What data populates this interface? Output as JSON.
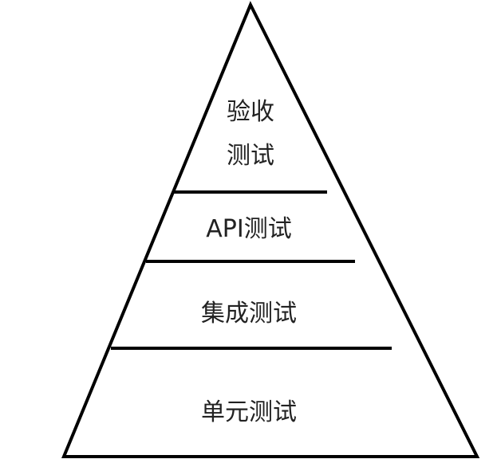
{
  "diagram": {
    "tiers": [
      {
        "id": "acceptance",
        "lines": [
          "验收",
          "测试"
        ]
      },
      {
        "id": "api",
        "lines": [
          "API测试"
        ]
      },
      {
        "id": "integration",
        "lines": [
          "集成测试"
        ]
      },
      {
        "id": "unit",
        "lines": [
          "单元测试"
        ]
      }
    ]
  }
}
